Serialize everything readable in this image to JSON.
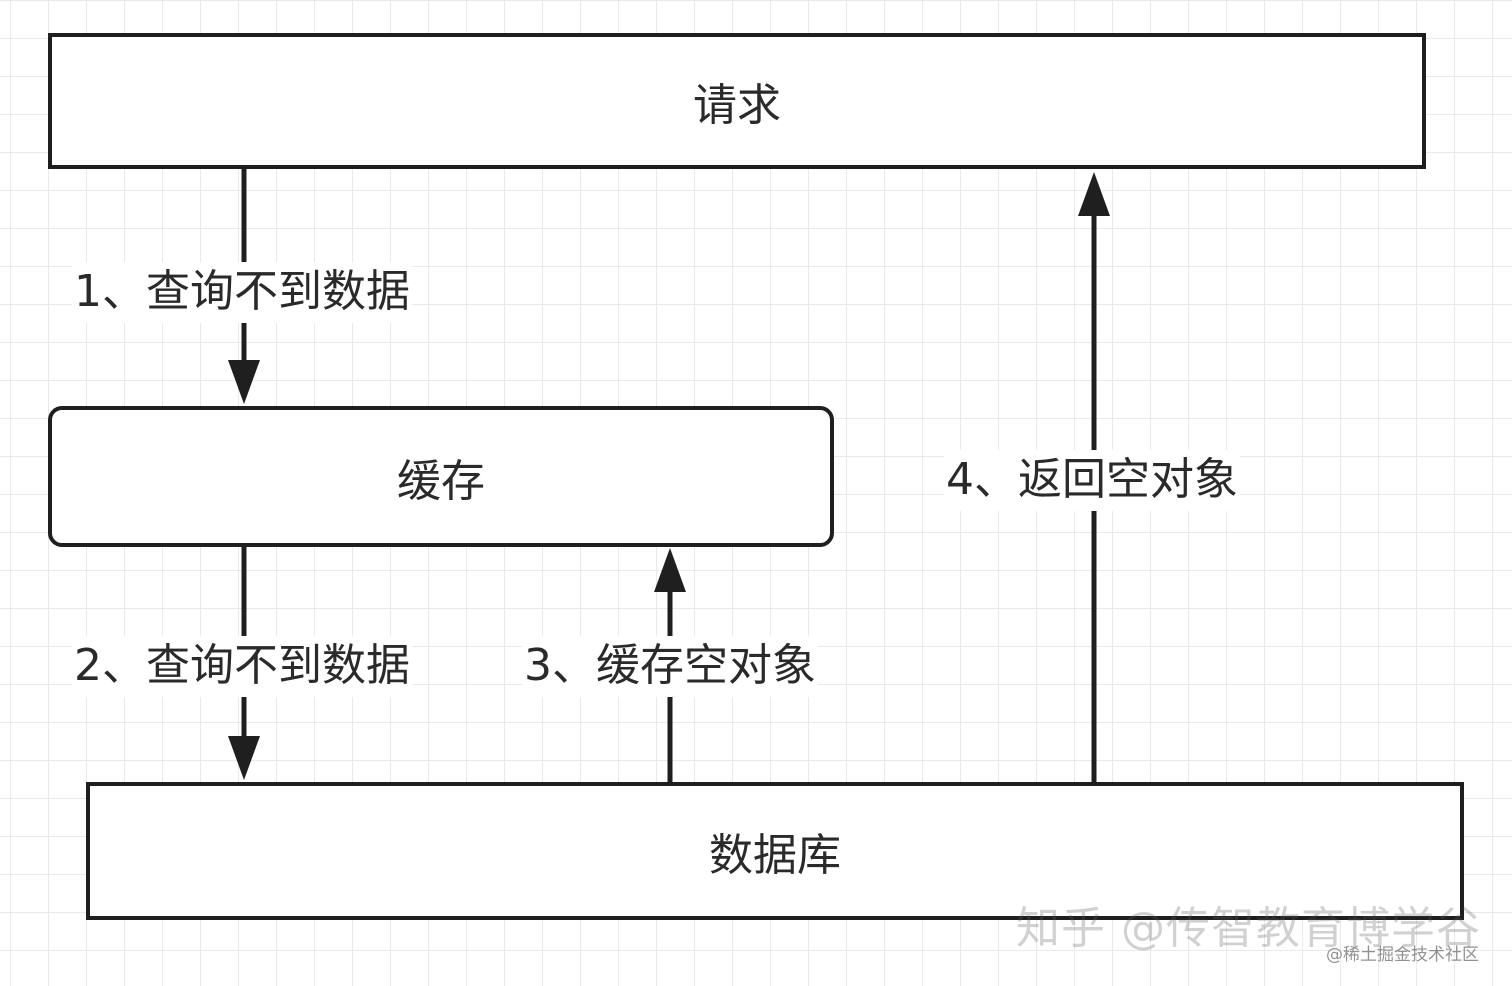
{
  "nodes": {
    "request": "请求",
    "cache": "缓存",
    "database": "数据库"
  },
  "edges": {
    "step1": "1、查询不到数据",
    "step2": "2、查询不到数据",
    "step3": "3、缓存空对象",
    "step4": "4、返回空对象"
  },
  "watermark": {
    "main": "知乎 @传智教育博学谷",
    "sub": "@稀土掘金技术社区"
  },
  "colors": {
    "stroke": "#1f1f1f",
    "grid": "#e9e9e9"
  }
}
